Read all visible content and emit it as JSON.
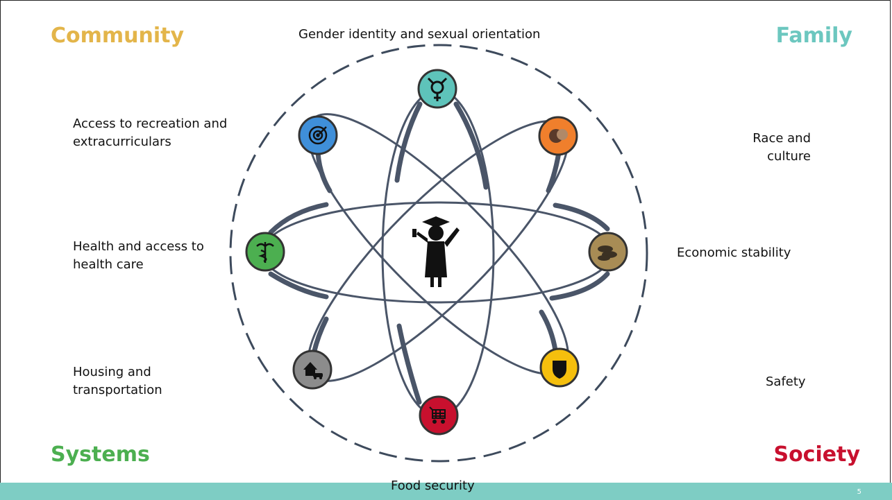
{
  "corners": {
    "community": {
      "label": "Community",
      "color": "#e3b54a"
    },
    "family": {
      "label": "Family",
      "color": "#6cc7bf"
    },
    "systems": {
      "label": "Systems",
      "color": "#4caf50"
    },
    "society": {
      "label": "Society",
      "color": "#c8102e"
    }
  },
  "factors": {
    "gender": {
      "label": "Gender identity and sexual orientation",
      "icon": "gender-symbol-icon",
      "color": "#5ec3ba"
    },
    "race": {
      "label": "Race and culture",
      "icon": "diverse-faces-icon",
      "color": "#f07f2c"
    },
    "economic": {
      "label": "Economic stability",
      "icon": "coins-icon",
      "color": "#a88c55"
    },
    "safety": {
      "label": "Safety",
      "icon": "shield-icon",
      "color": "#f5bf0d"
    },
    "food": {
      "label": "Food security",
      "icon": "shopping-cart-icon",
      "color": "#c8102e"
    },
    "housing": {
      "label": "Housing and transportation",
      "icon": "house-car-icon",
      "color": "#8c8c8c"
    },
    "health": {
      "label": "Health and access to health care",
      "icon": "caduceus-icon",
      "color": "#4caf50"
    },
    "recreation": {
      "label": "Access to recreation and extracurriculars",
      "icon": "target-icon",
      "color": "#3f8fd9"
    }
  },
  "center": {
    "icon": "graduate-student-icon"
  },
  "page_number": "5"
}
